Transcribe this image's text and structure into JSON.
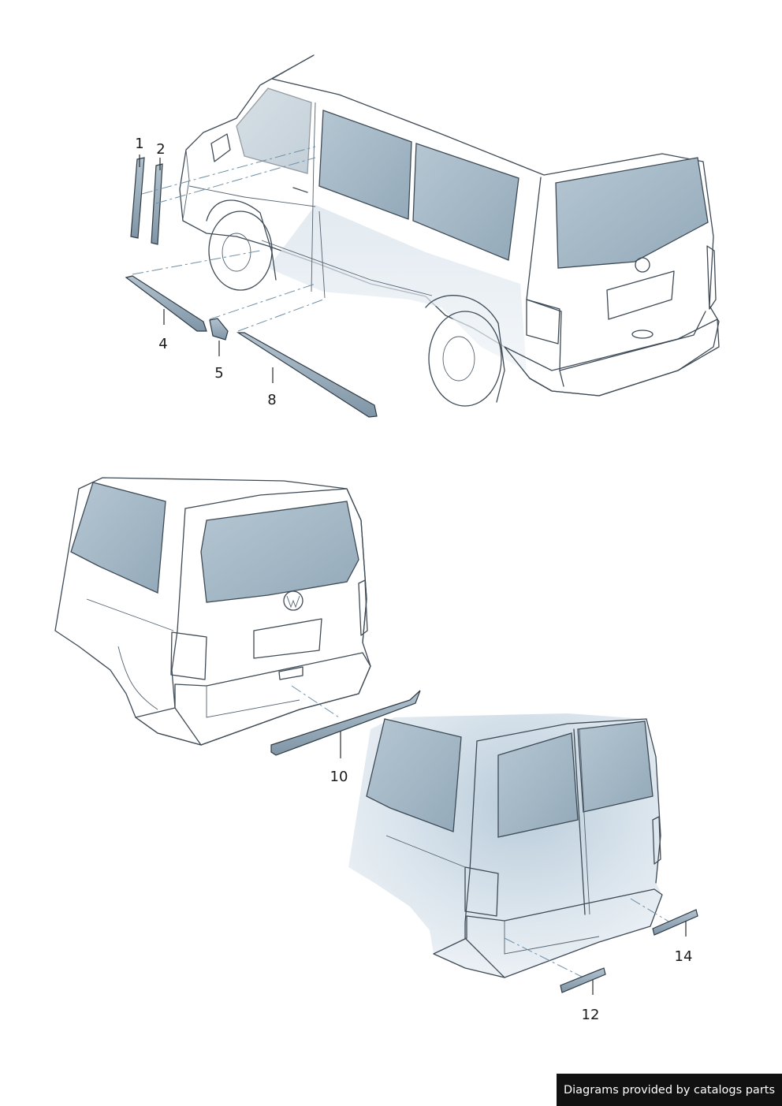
{
  "diagram": {
    "callouts": [
      {
        "id": "c1",
        "label": "1"
      },
      {
        "id": "c2",
        "label": "2"
      },
      {
        "id": "c4",
        "label": "4"
      },
      {
        "id": "c5",
        "label": "5"
      },
      {
        "id": "c8",
        "label": "8"
      },
      {
        "id": "c10",
        "label": "10"
      },
      {
        "id": "c12",
        "label": "12"
      },
      {
        "id": "c14",
        "label": "14"
      }
    ],
    "colors": {
      "body": "#e4ecf2",
      "shade": "#b8cad8",
      "glass": "#a3b6c4",
      "part": "#8fa3b3",
      "line": "#3e4a55"
    }
  },
  "footer": {
    "text": "Diagrams provided by catalogs parts"
  }
}
